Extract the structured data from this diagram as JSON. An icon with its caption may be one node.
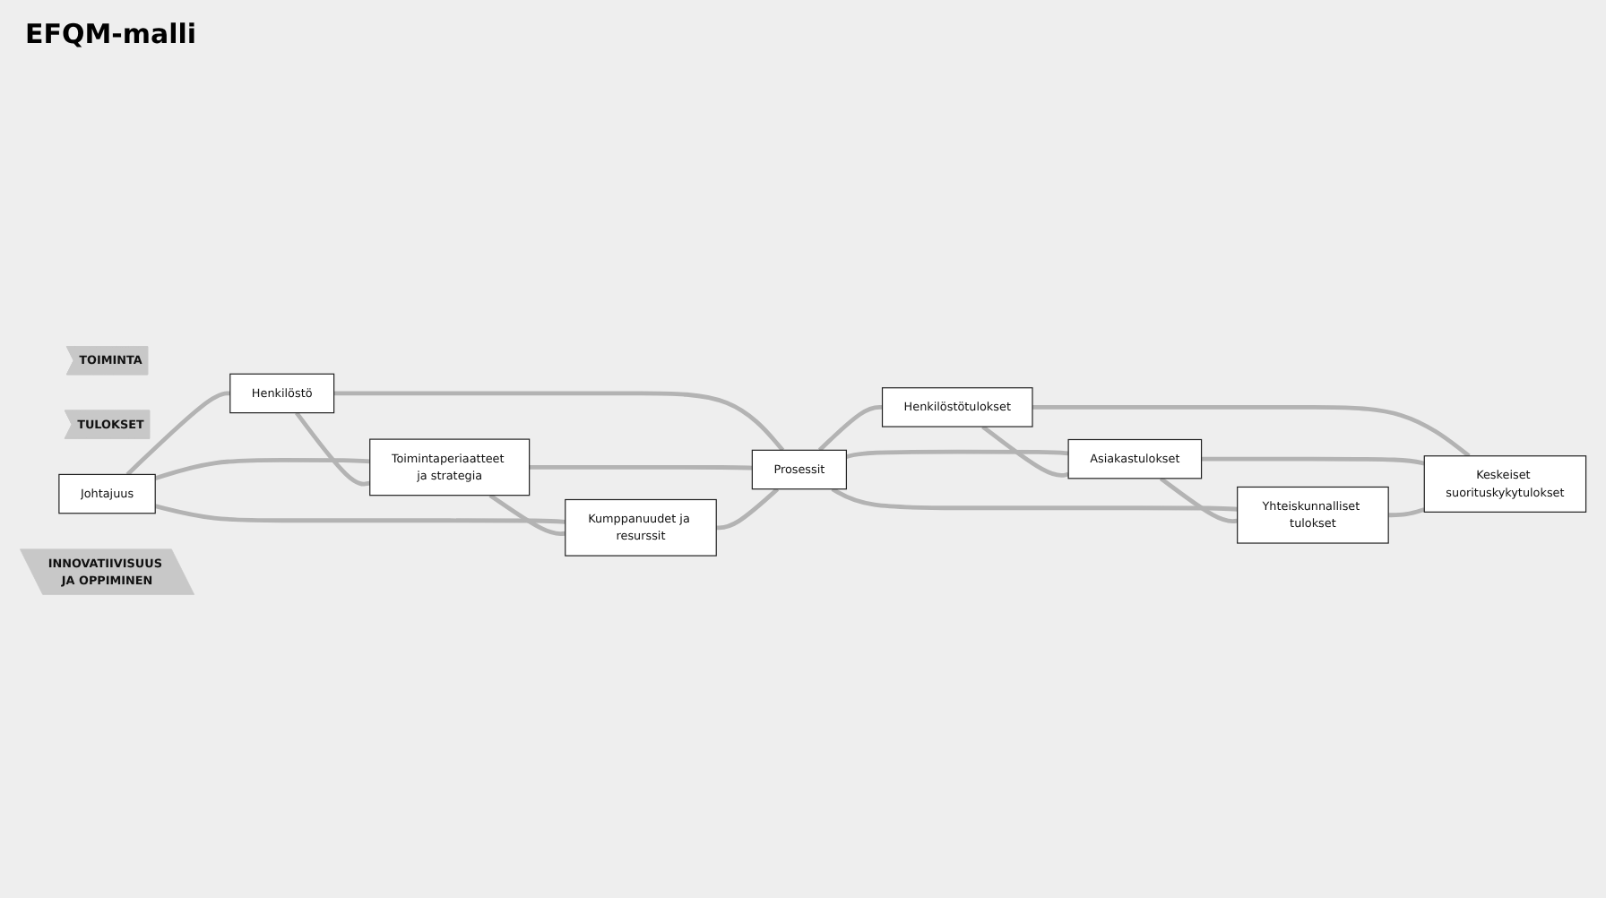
{
  "diagram": {
    "title": "EFQM-malli",
    "nodes": [
      {
        "text": [
          "TOIMINTA"
        ]
      },
      {
        "text": [
          "TULOKSET"
        ]
      },
      {
        "text": [
          "Johtajuus"
        ]
      },
      {
        "text": [
          "Henkilöstö"
        ]
      },
      {
        "text": [
          "Toimintaperiaatteet ja strategia"
        ]
      },
      {
        "text": [
          "Kumppanuudet ja resurssit"
        ]
      },
      {
        "text": [
          "Prosessit"
        ]
      },
      {
        "text": [
          "Henkilöstötulokset"
        ]
      },
      {
        "text": [
          "Asiakastulokset"
        ]
      },
      {
        "text": [
          "Yhteiskunnalliset tulokset"
        ]
      },
      {
        "text": [
          "Keskeiset suorituskykytulokset"
        ]
      },
      {
        "text": [
          "INNOVATIIVISUUS JA OPPIMINEN"
        ]
      }
    ],
    "edges": [
      {
        "from": 2,
        "to": 3,
        "arrow": "none"
      },
      {
        "from": 2,
        "to": 4,
        "arrow": "none"
      },
      {
        "from": 2,
        "to": 5,
        "arrow": "none"
      },
      {
        "from": 3,
        "to": 4,
        "arrow": "none"
      },
      {
        "from": 4,
        "to": 5,
        "arrow": "none"
      },
      {
        "from": 3,
        "to": 6,
        "arrow": "none"
      },
      {
        "from": 4,
        "to": 6,
        "arrow": "none"
      },
      {
        "from": 5,
        "to": 6,
        "arrow": "none"
      },
      {
        "from": 6,
        "to": 7,
        "arrow": "none"
      },
      {
        "from": 6,
        "to": 8,
        "arrow": "none"
      },
      {
        "from": 6,
        "to": 9,
        "arrow": "none"
      },
      {
        "from": 7,
        "to": 8,
        "arrow": "none"
      },
      {
        "from": 8,
        "to": 9,
        "arrow": "none"
      },
      {
        "from": 7,
        "to": 10,
        "arrow": "none"
      },
      {
        "from": 8,
        "to": 10,
        "arrow": "none"
      },
      {
        "from": 9,
        "to": 10,
        "arrow": "none"
      }
    ]
  }
}
